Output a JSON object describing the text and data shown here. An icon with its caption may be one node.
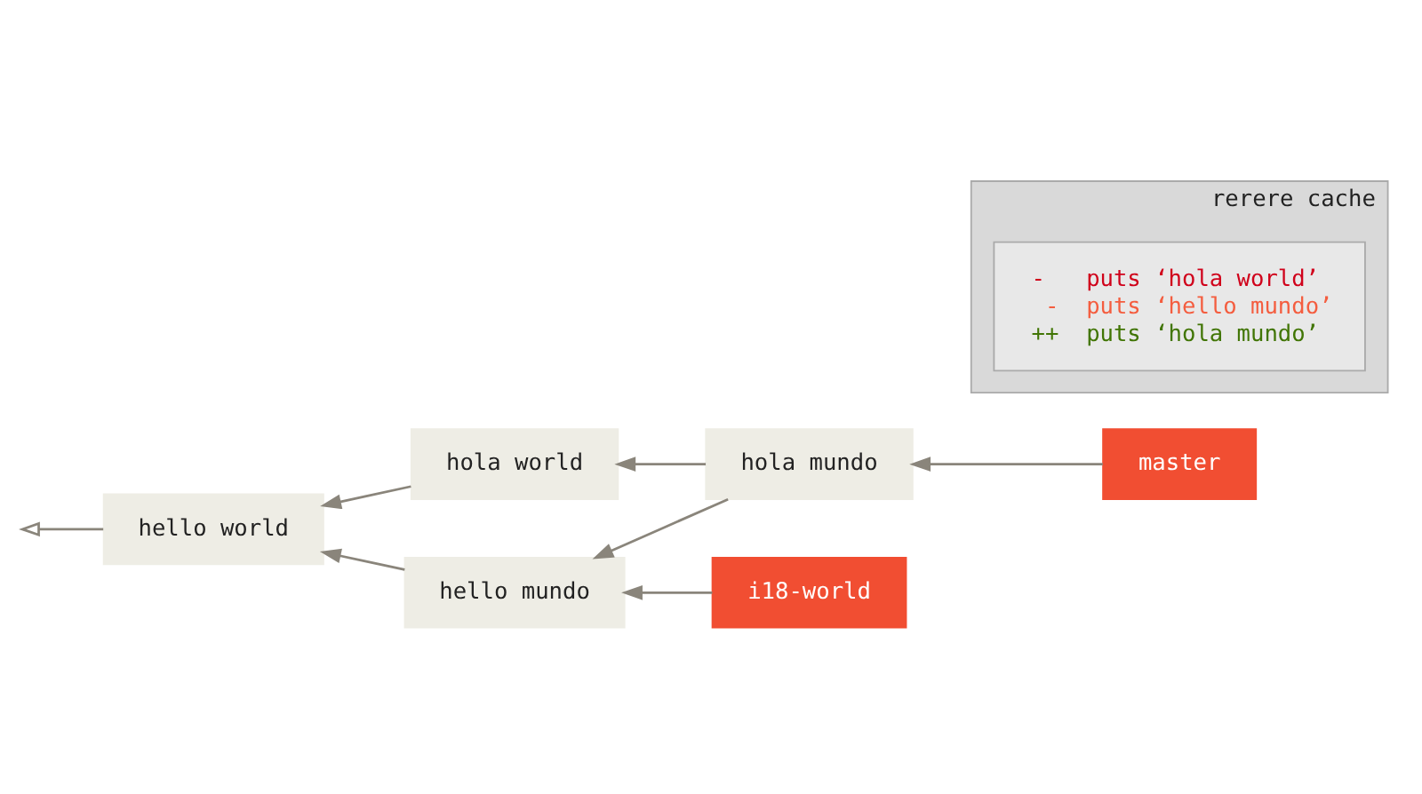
{
  "diagram": {
    "nodes": [
      {
        "text": [
          "master"
        ]
      },
      {
        "text": [
          "hello world"
        ]
      },
      {
        "text": [
          "hola world"
        ]
      },
      {
        "text": [
          "hola mundo"
        ]
      },
      {
        "text": [
          "hello mundo"
        ]
      },
      {
        "text": [
          "i18-world"
        ]
      },
      {
        "text": [
          "rerere cache"
        ]
      },
      {
        "text": [
          "-   puts ‘hola world’",
          " -  puts ‘hello mundo’",
          "++  puts ‘hola mundo’"
        ],
        "in": 6
      }
    ],
    "edges": [
      {
        "from": 1,
        "to": null,
        "arrow": "to"
      },
      {
        "from": 2,
        "to": 1,
        "arrow": "to"
      },
      {
        "from": 3,
        "to": 2,
        "arrow": "to"
      },
      {
        "from": 0,
        "to": 3,
        "arrow": "to"
      },
      {
        "from": 3,
        "to": 4,
        "arrow": "to"
      },
      {
        "from": 4,
        "to": 1,
        "arrow": "to"
      },
      {
        "from": 5,
        "to": 4,
        "arrow": "to"
      }
    ]
  }
}
